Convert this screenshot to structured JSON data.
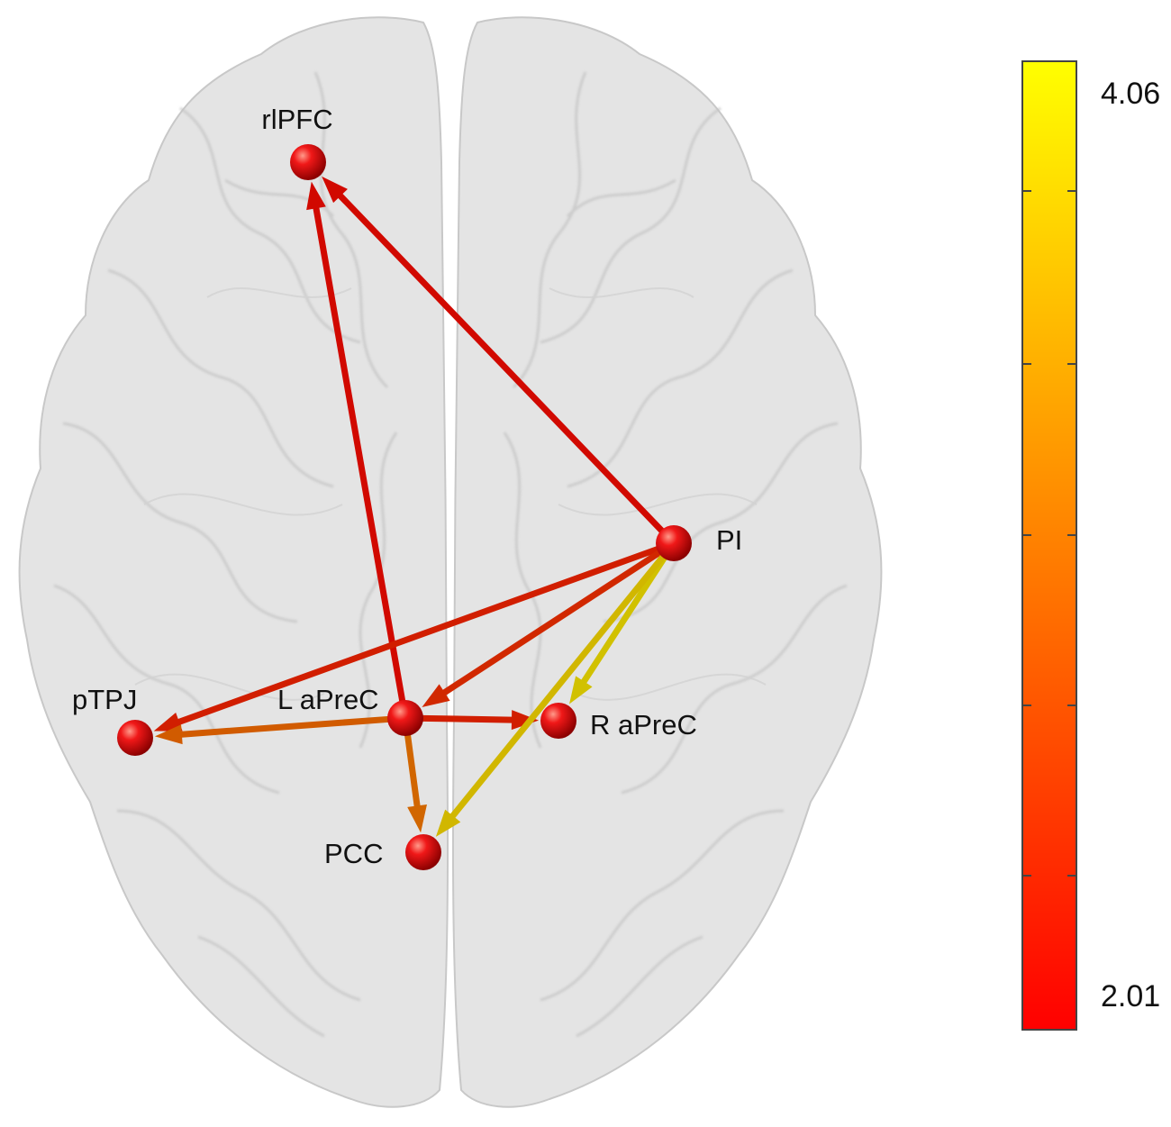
{
  "colorbar": {
    "max_label": "4.06",
    "min_label": "2.01",
    "min_value": 2.01,
    "max_value": 4.06,
    "colors": [
      "#ff0000",
      "#ff8000",
      "#ffff00"
    ]
  },
  "nodes": [
    {
      "id": "rlpfc",
      "label": "rlPFC"
    },
    {
      "id": "pi",
      "label": "PI"
    },
    {
      "id": "ptpj",
      "label": "pTPJ"
    },
    {
      "id": "lprec",
      "label": "L aPreC"
    },
    {
      "id": "rprec",
      "label": "R aPreC"
    },
    {
      "id": "pcc",
      "label": "PCC"
    }
  ],
  "edges": [
    {
      "from": "lprec",
      "to": "rlpfc",
      "weight": 2.1
    },
    {
      "from": "pi",
      "to": "rlpfc",
      "weight": 2.1
    },
    {
      "from": "pi",
      "to": "ptpj",
      "weight": 2.3
    },
    {
      "from": "pi",
      "to": "lprec",
      "weight": 2.4
    },
    {
      "from": "lprec",
      "to": "rprec",
      "weight": 2.3
    },
    {
      "from": "lprec",
      "to": "ptpj",
      "weight": 2.9
    },
    {
      "from": "lprec",
      "to": "pcc",
      "weight": 3.0
    },
    {
      "from": "pi",
      "to": "rprec",
      "weight": 3.9
    },
    {
      "from": "pi",
      "to": "pcc",
      "weight": 3.8
    }
  ],
  "node_color": "#e8101a"
}
